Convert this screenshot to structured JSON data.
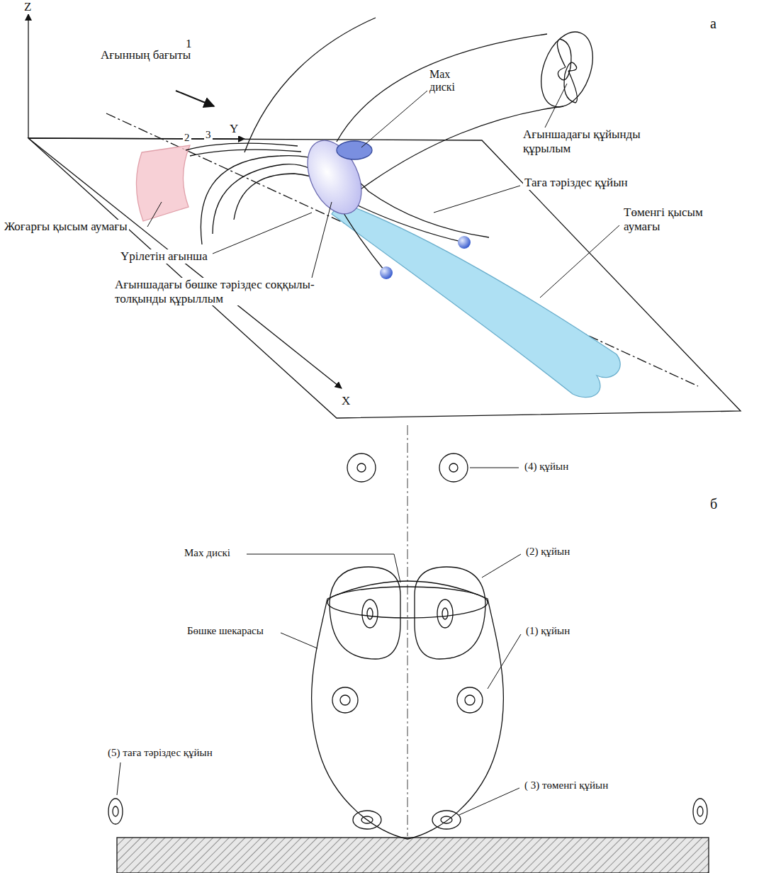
{
  "diagram": {
    "labels": [
      "а",
      "Z",
      "Y",
      "X",
      "Ағынның бағыты",
      "1",
      "2",
      "3",
      "Max дискі",
      "Ағыншадағы құйынды құрылым",
      "Таға тәріздес құйын",
      "Төменгі қысым аумағы",
      "Жоғарғы қысым аумағы",
      "Үрілетін ағынша",
      "Ағыншадағы бөшке тәріздес соққылы-толқынды құрыллым",
      "б",
      "(4) құйын",
      "Max дискі",
      "(2) құйын",
      "Бөшке шекарасы",
      "(1) құйын",
      "(5) таға тәріздес құйын",
      "( 3) төменгі құйын"
    ]
  }
}
